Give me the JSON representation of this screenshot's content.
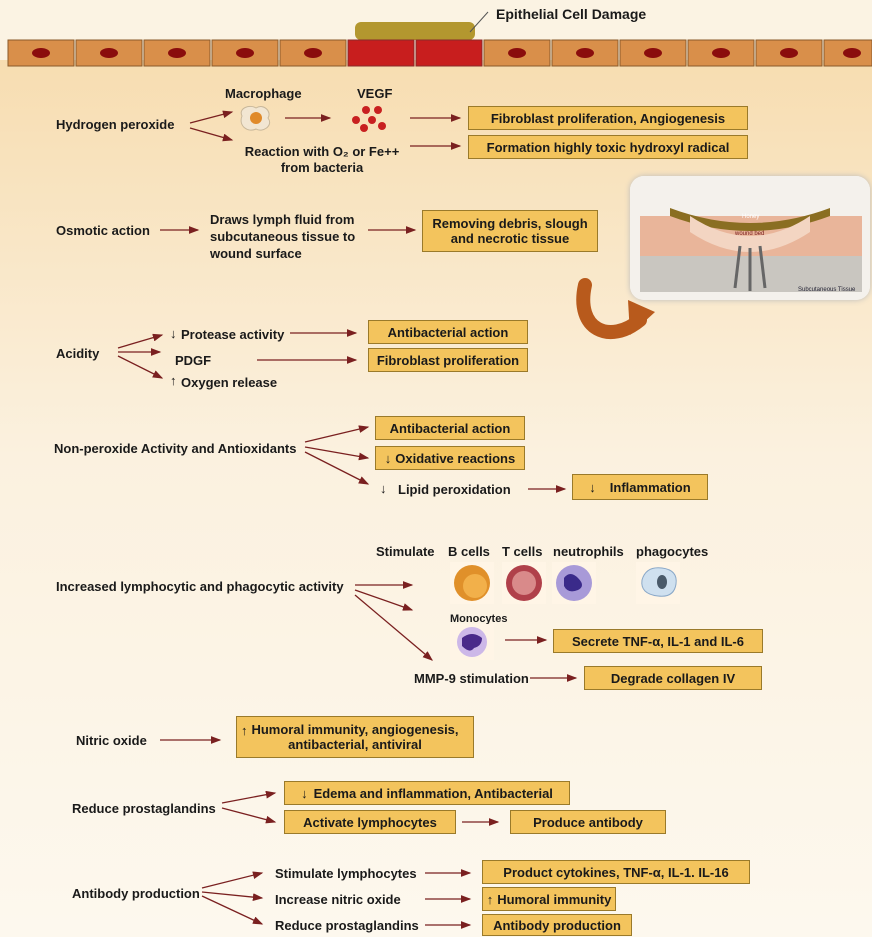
{
  "header": {
    "title": "Epithelial Cell Damage"
  },
  "hydrogen": {
    "label": "Hydrogen peroxide",
    "macrophage": "Macrophage",
    "vegf": "VEGF",
    "reaction_line1": "Reaction with O₂ or Fe++",
    "reaction_line2": "from bacteria",
    "box1": "Fibroblast proliferation, Angiogenesis",
    "box2": "Formation highly toxic hydroxyl radical"
  },
  "osmotic": {
    "label": "Osmotic action",
    "desc_line1": "Draws lymph fluid from",
    "desc_line2": "subcutaneous tissue to",
    "desc_line3": "wound surface",
    "box_line1": "Removing debris, slough",
    "box_line2": "and necrotic tissue"
  },
  "inset": {
    "honey": "Honey",
    "wound": "wound bed",
    "subq": "Subcutaneous Tissue"
  },
  "acidity": {
    "label": "Acidity",
    "protease": "Protease activity",
    "pdgf": "PDGF",
    "oxygen": "Oxygen release",
    "box1": "Antibacterial action",
    "box2": "Fibroblast proliferation"
  },
  "nonperoxide": {
    "label": "Non-peroxide Activity and Antioxidants",
    "box1": "Antibacterial action",
    "box2": "Oxidative reactions",
    "lipid": "Lipid peroxidation",
    "box3": "Inflammation"
  },
  "lympho": {
    "label": "Increased lymphocytic and phagocytic activity",
    "stimulate": "Stimulate",
    "bcells": "B cells",
    "tcells": "T cells",
    "neutrophils": "neutrophils",
    "phagocytes": "phagocytes",
    "monocytes": "Monocytes",
    "box1": "Secrete TNF-α, IL-1 and IL-6",
    "mmp": "MMP-9 stimulation",
    "box2": "Degrade collagen IV"
  },
  "nitric": {
    "label": "Nitric oxide",
    "box_line1": "Humoral immunity, angiogenesis,",
    "box_line2": "antibacterial, antiviral"
  },
  "prosta": {
    "label": "Reduce prostaglandins",
    "box1": "Edema and inflammation, Antibacterial",
    "box2": "Activate lymphocytes",
    "box3": "Produce antibody"
  },
  "antibody": {
    "label": "Antibody production",
    "l1": "Stimulate lymphocytes",
    "l2": "Increase nitric oxide",
    "l3": "Reduce prostaglandins",
    "box1": "Product cytokines, TNF-α, IL-1. IL-16",
    "box2": "Humoral immunity",
    "box3": "Antibody production"
  },
  "arrows": {
    "down": "↓",
    "up": "↑"
  },
  "colors": {
    "box_fill": "#f3c45d",
    "arrow": "#7a2020",
    "cell_red": "#c81e1e",
    "nucleus": "#8a0d0d",
    "honey": "#b3972f"
  }
}
